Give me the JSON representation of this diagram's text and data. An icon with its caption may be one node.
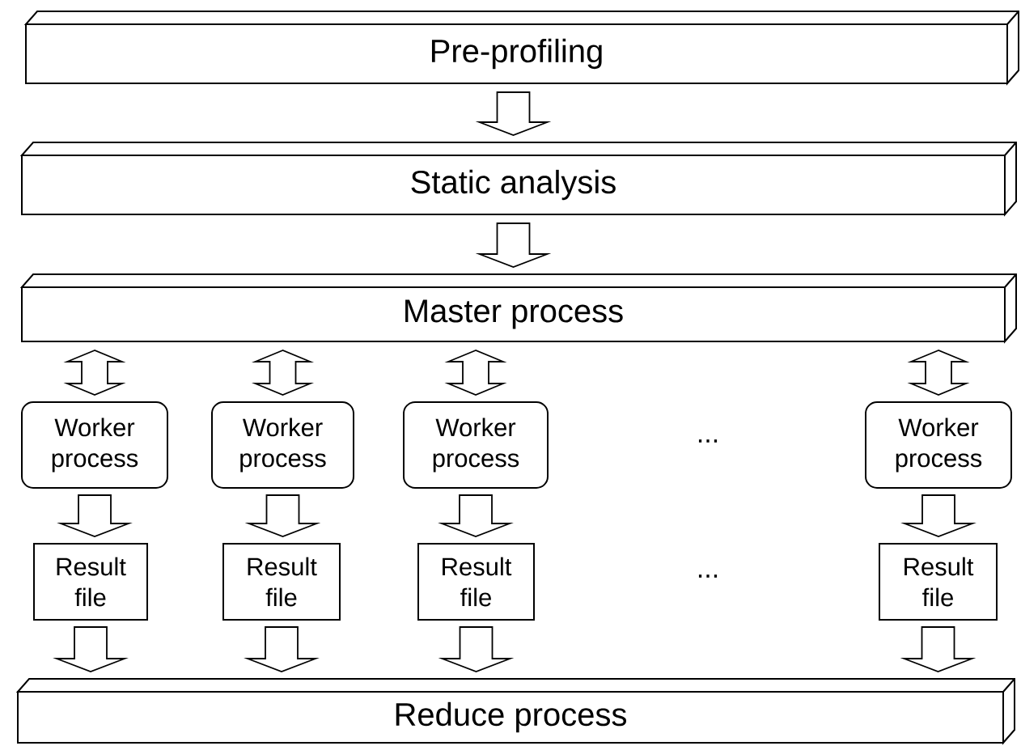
{
  "diagram": {
    "nodes": [
      {
        "text": [
          "Pre-profiling"
        ]
      },
      {
        "text": [
          "Static analysis"
        ]
      },
      {
        "text": [
          "Master process"
        ]
      },
      {
        "text": [
          "Worker process"
        ]
      },
      {
        "text": [
          "Worker process"
        ]
      },
      {
        "text": [
          "Worker process"
        ]
      },
      {
        "text": [
          "Worker process"
        ]
      },
      {
        "text": [
          "Result file"
        ]
      },
      {
        "text": [
          "Result file"
        ]
      },
      {
        "text": [
          "Result file"
        ]
      },
      {
        "text": [
          "Result file"
        ]
      },
      {
        "text": [
          "Reduce process"
        ]
      }
    ],
    "edges": [
      {
        "from": 0,
        "to": 1,
        "arrow": "to"
      },
      {
        "from": 1,
        "to": 2,
        "arrow": "to"
      },
      {
        "from": 2,
        "to": 3,
        "arrow": "both"
      },
      {
        "from": 2,
        "to": 4,
        "arrow": "both"
      },
      {
        "from": 2,
        "to": 5,
        "arrow": "both"
      },
      {
        "from": 2,
        "to": 6,
        "arrow": "both"
      },
      {
        "from": 3,
        "to": 7,
        "arrow": "to"
      },
      {
        "from": 4,
        "to": 8,
        "arrow": "to"
      },
      {
        "from": 5,
        "to": 9,
        "arrow": "to"
      },
      {
        "from": 6,
        "to": 10,
        "arrow": "to"
      },
      {
        "from": 7,
        "to": 11,
        "arrow": "to"
      },
      {
        "from": 8,
        "to": 11,
        "arrow": "to"
      },
      {
        "from": 9,
        "to": 11,
        "arrow": "to"
      },
      {
        "from": 10,
        "to": 11,
        "arrow": "to"
      }
    ],
    "labels": [
      "...",
      "..."
    ]
  }
}
